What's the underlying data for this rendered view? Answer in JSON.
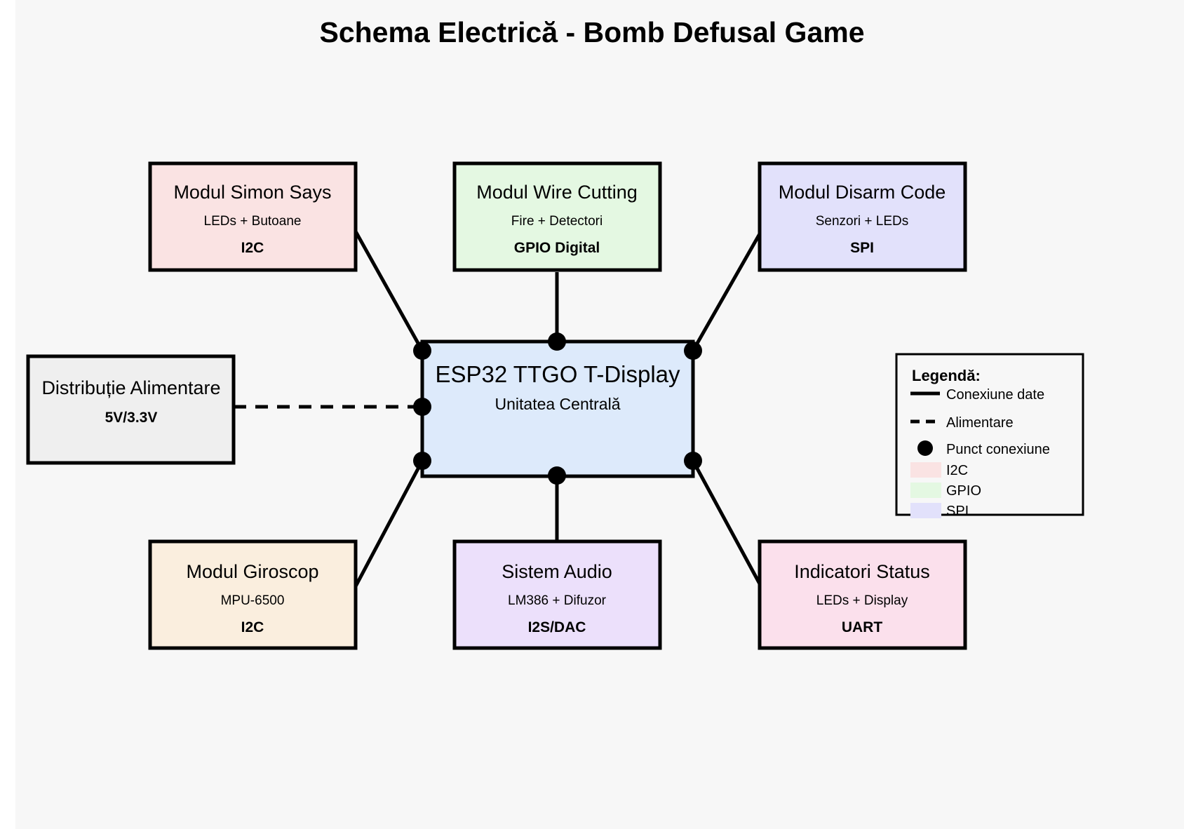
{
  "page": {
    "title": "Schema Electrică - Bomb Defusal Game",
    "background": "#f7f7f7",
    "outer_background": "#ffffff"
  },
  "center": {
    "title": "ESP32 TTGO T-Display",
    "subtitle": "Unitatea Centrală",
    "fill": "#ddeafb"
  },
  "modules": [
    {
      "id": "simon-says",
      "title": "Modul Simon Says",
      "subtitle": "LEDs + Butoane",
      "protocol": "I2C",
      "fill": "#fae3e3"
    },
    {
      "id": "wire-cutting",
      "title": "Modul Wire Cutting",
      "subtitle": "Fire + Detectori",
      "protocol": "GPIO Digital",
      "fill": "#e4f8e2"
    },
    {
      "id": "disarm-code",
      "title": "Modul Disarm Code",
      "subtitle": "Senzori + LEDs",
      "protocol": "SPI",
      "fill": "#e2e1fb"
    },
    {
      "id": "power-distribution",
      "title": "Distribuție Alimentare",
      "subtitle": "",
      "protocol": "5V/3.3V",
      "fill": "#efefef"
    },
    {
      "id": "gyroscope",
      "title": "Modul Giroscop",
      "subtitle": "MPU-6500",
      "protocol": "I2C",
      "fill": "#faeede"
    },
    {
      "id": "audio-system",
      "title": "Sistem Audio",
      "subtitle": "LM386 + Difuzor",
      "protocol": "I2S/DAC",
      "fill": "#ece0fb"
    },
    {
      "id": "status-indicators",
      "title": "Indicatori Status",
      "subtitle": "LEDs + Display",
      "protocol": "UART",
      "fill": "#fbe0ec"
    }
  ],
  "legend": {
    "title": "Legendă:",
    "entries": [
      {
        "kind": "solid-line",
        "label": "Conexiune date",
        "color": "#000000"
      },
      {
        "kind": "dashed-line",
        "label": "Alimentare",
        "color": "#000000"
      },
      {
        "kind": "dot",
        "label": "Punct conexiune",
        "color": "#000000"
      },
      {
        "kind": "swatch",
        "label": "I2C",
        "color": "#fae3e3"
      },
      {
        "kind": "swatch",
        "label": "GPIO",
        "color": "#e4f8e2"
      },
      {
        "kind": "swatch",
        "label": "SPI",
        "color": "#e2e1fb"
      }
    ]
  },
  "connections": [
    {
      "from": "simon-says",
      "to": "center",
      "type": "data"
    },
    {
      "from": "wire-cutting",
      "to": "center",
      "type": "data"
    },
    {
      "from": "disarm-code",
      "to": "center",
      "type": "data"
    },
    {
      "from": "power-distribution",
      "to": "center",
      "type": "power"
    },
    {
      "from": "gyroscope",
      "to": "center",
      "type": "data"
    },
    {
      "from": "audio-system",
      "to": "center",
      "type": "data"
    },
    {
      "from": "status-indicators",
      "to": "center",
      "type": "data"
    }
  ]
}
